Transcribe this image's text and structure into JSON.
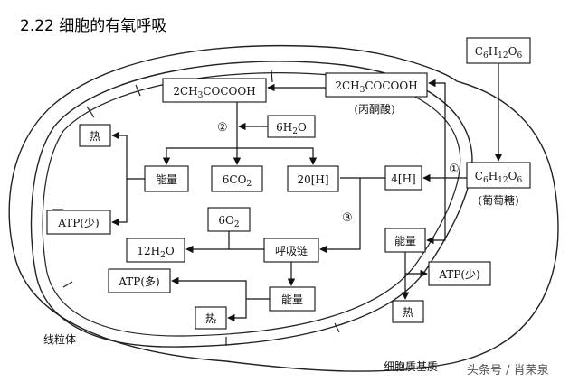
{
  "title": "2.22 细胞的有氧呼吸",
  "boxes": {
    "pyruvate_mito": {
      "pre": "2CH",
      "sub": "3",
      "post": "COCOOH"
    },
    "pyruvate_cyto": {
      "pre": "2CH",
      "sub": "3",
      "post": "COCOOH"
    },
    "glucose_top": {
      "parts": [
        [
          "C",
          ""
        ],
        [
          "6",
          "sub"
        ],
        [
          "H",
          ""
        ],
        [
          "12",
          "sub"
        ],
        [
          "O",
          ""
        ],
        [
          "6",
          "sub"
        ]
      ]
    },
    "glucose_mid": {
      "parts": [
        [
          "C",
          ""
        ],
        [
          "6",
          "sub"
        ],
        [
          "H",
          ""
        ],
        [
          "12",
          "sub"
        ],
        [
          "O",
          ""
        ],
        [
          "6",
          "sub"
        ]
      ]
    },
    "water_in": {
      "pre": "6H",
      "sub": "2",
      "post": "O"
    },
    "heat_mito": "热",
    "energy_mito_top": "能量",
    "co2": {
      "pre": "6CO",
      "sub": "2",
      "post": ""
    },
    "h20": "20[H]",
    "h4": "4[H]",
    "atp_low_mito": "ATP(少)",
    "oxygen": {
      "pre": "6O",
      "sub": "2",
      "post": ""
    },
    "water_out": {
      "pre": "12H",
      "sub": "2",
      "post": "O"
    },
    "resp_chain": "呼吸链",
    "energy_cyto": "能量",
    "atp_many": "ATP(多)",
    "energy_mito_bottom": "能量",
    "heat_mito_bottom": "热",
    "atp_low_cyto": "ATP(少)",
    "heat_cyto": "热"
  },
  "labels": {
    "pyruvate_name": "(丙酮酸)",
    "glucose_name": "(葡萄糖)",
    "step1": "①",
    "step2": "②",
    "step3": "③",
    "mitochondrion": "线粒体",
    "cytoplasm": "细胞质基质"
  },
  "watermark": "头条号 / 肖荣泉"
}
